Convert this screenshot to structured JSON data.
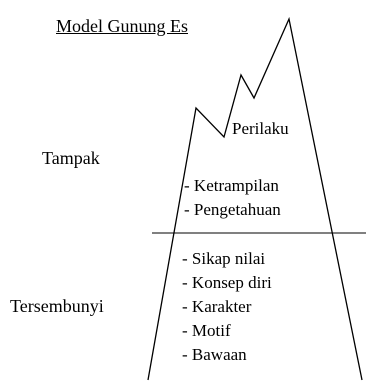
{
  "title": "Model Gunung Es",
  "sections": {
    "visible": {
      "label": "Tampak",
      "items": [
        "Perilaku",
        "- Ketrampilan",
        "- Pengetahuan"
      ]
    },
    "hidden": {
      "label": "Tersembunyi",
      "items": [
        "- Sikap nilai",
        "- Konsep diri",
        "- Karakter",
        "- Motif",
        "- Bawaan"
      ]
    }
  },
  "colors": {
    "ink": "#000000",
    "background": "#ffffff"
  }
}
